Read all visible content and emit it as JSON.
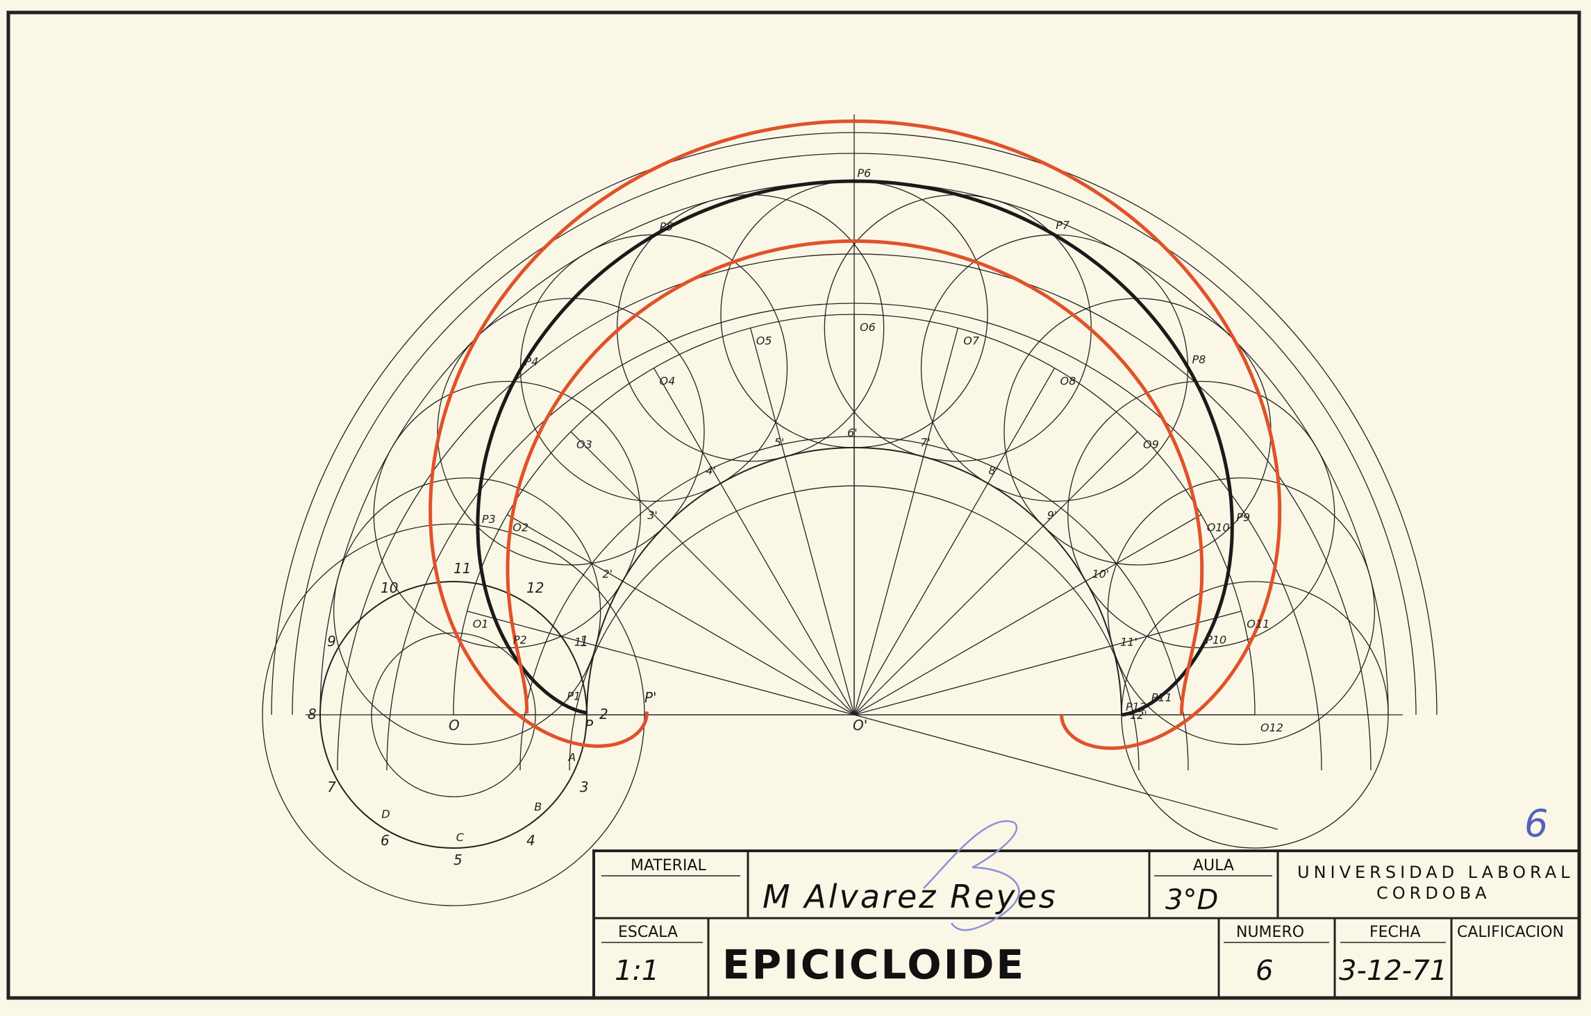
{
  "drawing": {
    "center_label": "O'",
    "base_circle_center_label": "O",
    "start_point_label": "P",
    "start_point_prime_label": "P'",
    "rolling_centers": [
      "O1",
      "O2",
      "O3",
      "O4",
      "O5",
      "O6",
      "O7",
      "O8",
      "O9",
      "O10",
      "O11",
      "O12"
    ],
    "curve_points": [
      "P1",
      "P2",
      "P3",
      "P4",
      "P5",
      "P6",
      "P7",
      "P8",
      "P9",
      "P10",
      "P11",
      "P12"
    ],
    "rolling_divisions": [
      "1",
      "2",
      "3",
      "4",
      "5",
      "6",
      "7",
      "8",
      "9",
      "10",
      "11",
      "12"
    ],
    "base_divisions": [
      "1'",
      "2'",
      "3'",
      "4'",
      "5'",
      "6'",
      "7'",
      "8'",
      "9'",
      "10'",
      "11'",
      "12'"
    ],
    "aux_letters": [
      "A",
      "B",
      "C",
      "D"
    ],
    "colors": {
      "ink": "#1a1a1a",
      "red_curve": "#e0522a",
      "paper": "#fbf7e6",
      "blue_pen": "#5560c0"
    }
  },
  "title_block": {
    "material_header": "MATERIAL",
    "aula_header": "AULA",
    "escala_header": "ESCALA",
    "numero_header": "NUMERO",
    "fecha_header": "FECHA",
    "calificacion_header": "CALIFICACION",
    "student_name": "M Alvarez Reyes",
    "aula_value": "3°D",
    "escala_value": "1:1",
    "title": "EPICICLOIDE",
    "numero_value": "6",
    "fecha_value": "3-12-71",
    "university_line1": "UNIVERSIDAD LABORAL",
    "university_line2": "CORDOBA",
    "grade_mark": "6"
  }
}
